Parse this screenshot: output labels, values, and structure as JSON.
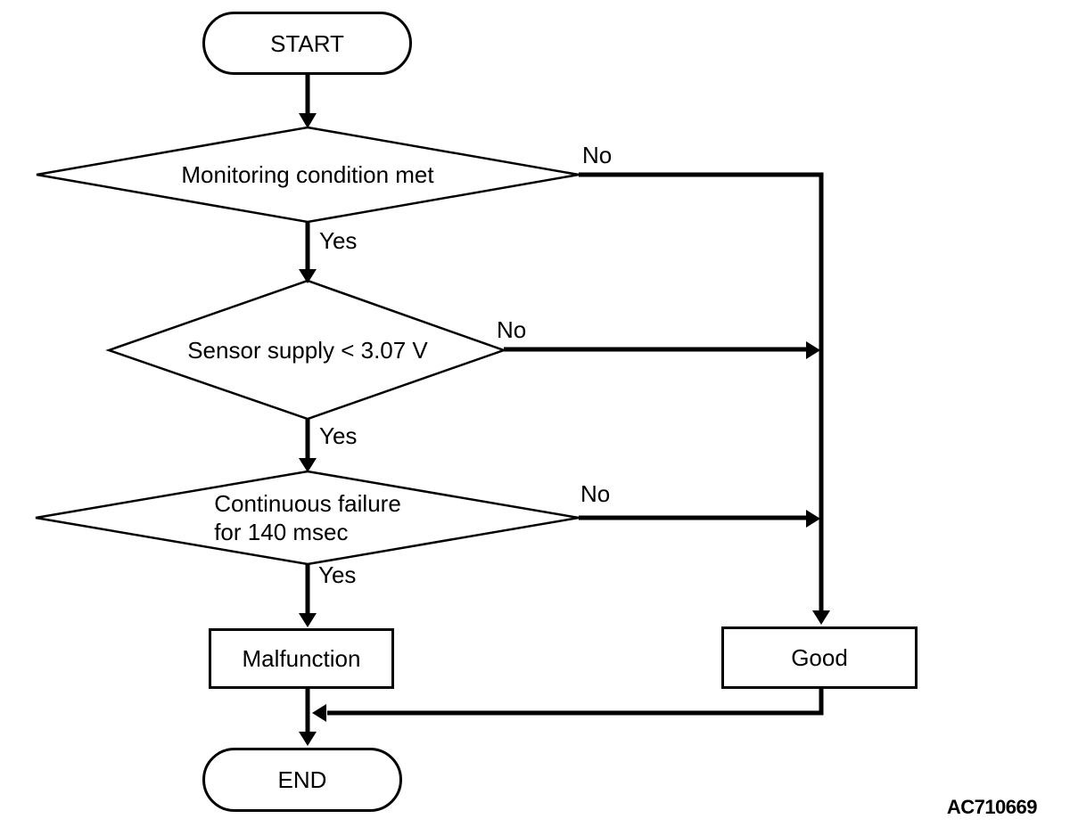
{
  "figure": {
    "code": "AC710669",
    "line_color": "#000000",
    "background": "#ffffff"
  },
  "flowchart": {
    "nodes": {
      "start": {
        "type": "terminal",
        "label": "START"
      },
      "decision1": {
        "type": "decision",
        "label": "Monitoring condition met"
      },
      "decision2": {
        "type": "decision",
        "label": "Sensor supply < 3.07 V"
      },
      "decision3": {
        "type": "decision",
        "label": "Continuous failure\nfor 140 msec"
      },
      "malfunction": {
        "type": "process",
        "label": "Malfunction"
      },
      "good": {
        "type": "process",
        "label": "Good"
      },
      "end": {
        "type": "terminal",
        "label": "END"
      }
    },
    "edge_labels": {
      "decision1_yes": "Yes",
      "decision1_no": "No",
      "decision2_yes": "Yes",
      "decision2_no": "No",
      "decision3_yes": "Yes",
      "decision3_no": "No"
    }
  }
}
